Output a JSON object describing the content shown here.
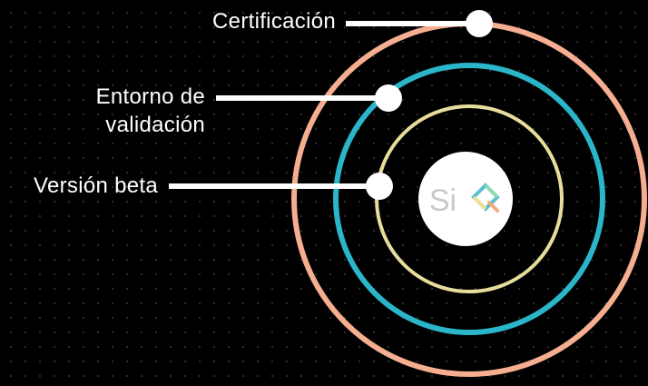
{
  "labels": {
    "certification": "Certificación",
    "validation_line1": "Entorno de",
    "validation_line2": "validación",
    "beta": "Versión beta"
  },
  "logo": {
    "text": "Si",
    "mark": "diamond-q-icon"
  },
  "colors": {
    "background": "#000000",
    "outer_ring": "#f6ae90",
    "middle_ring": "#2bb5c9",
    "inner_ring": "#e7dd9c",
    "center_disc": "#ffffff",
    "connector": "#ffffff",
    "logo_text": "#c9c9c9",
    "logo_diamond_green": "#8fd9b3",
    "logo_diamond_teal": "#54c0cf",
    "logo_diamond_orange": "#f3a983",
    "logo_diamond_yellow": "#efe08f"
  }
}
